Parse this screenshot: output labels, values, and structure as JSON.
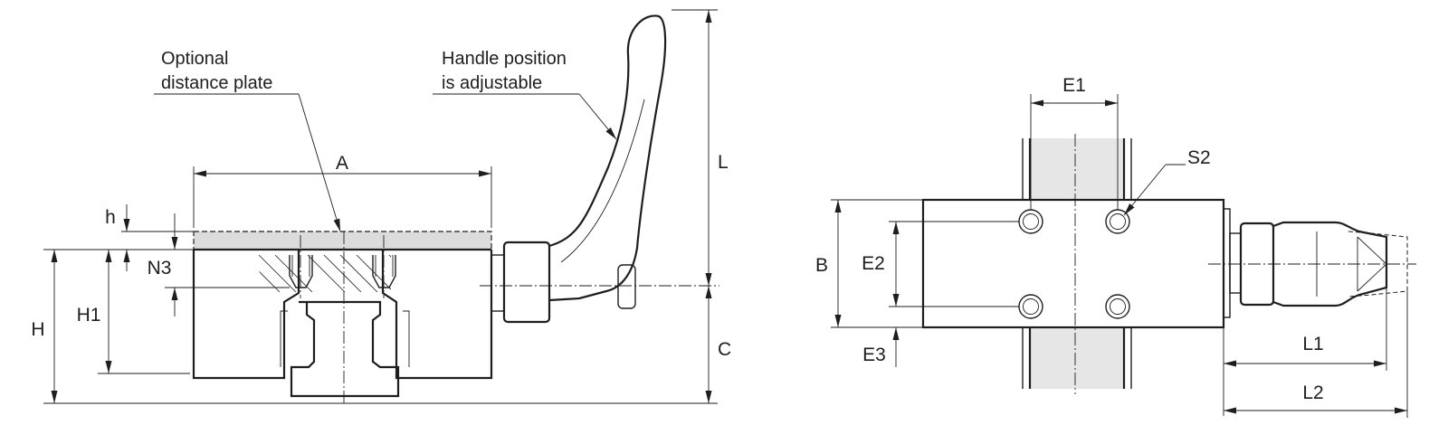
{
  "callouts": {
    "distance_plate": [
      "Optional",
      "distance plate"
    ],
    "handle": [
      "Handle position",
      "is adjustable"
    ]
  },
  "dims": {
    "A": "A",
    "h": "h",
    "N3": "N3",
    "H": "H",
    "H1": "H1",
    "L": "L",
    "C": "C",
    "E1": "E1",
    "S2": "S2",
    "B": "B",
    "E2": "E2",
    "E3": "E3",
    "L1": "L1",
    "L2": "L2"
  },
  "colors": {
    "line": "#1e1e1e",
    "rail_fill": "#e6e6e6",
    "plate_fill": "#dcdcdc"
  }
}
